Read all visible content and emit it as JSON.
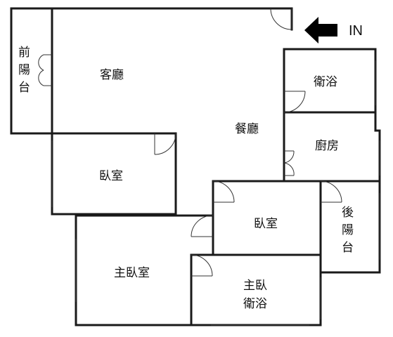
{
  "rooms": {
    "front_balcony": [
      "前",
      "陽",
      "台"
    ],
    "living_room": "客廳",
    "dining_room": "餐廳",
    "bathroom": "衛浴",
    "kitchen": "廚房",
    "bedroom_left": "臥室",
    "bedroom_middle": "臥室",
    "rear_balcony": [
      "後",
      "陽",
      "台"
    ],
    "master_bedroom": "主臥室",
    "master_bath": [
      "主臥",
      "衛浴"
    ]
  },
  "entrance": {
    "label": "IN",
    "icon": "left-arrow-icon",
    "color": "#000000"
  },
  "colors": {
    "wall": "#1a1a1a",
    "background": "#ffffff"
  }
}
